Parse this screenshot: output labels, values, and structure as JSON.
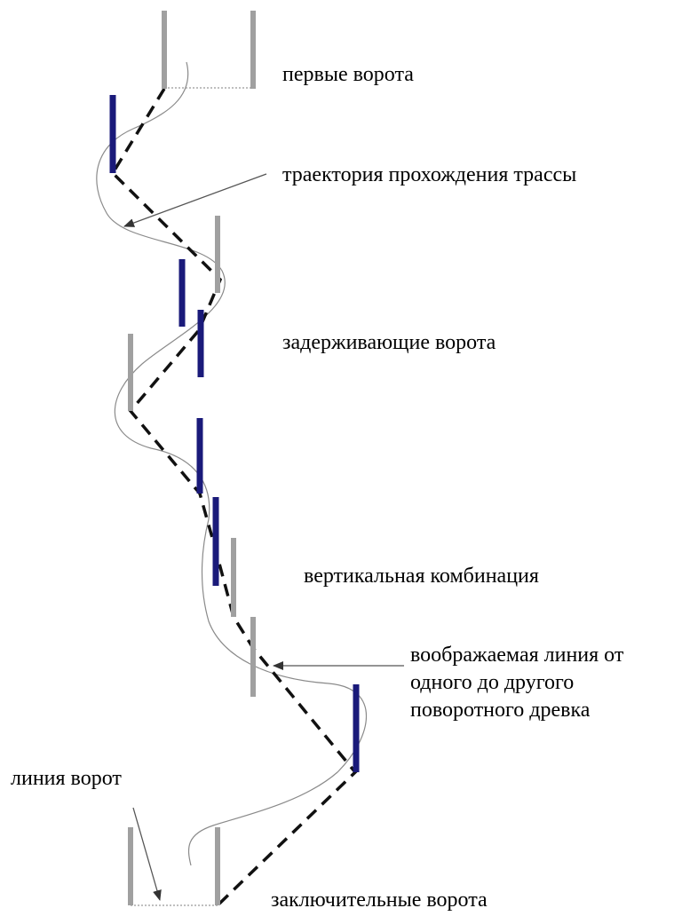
{
  "labels": {
    "first_gate": "первые ворота",
    "trajectory": "траектория прохождения трассы",
    "delay_gate": "задерживающие ворота",
    "vertical_combo": "вертикальная комбинация",
    "imaginary_line": "воображаемая линия от\nодного до другого\nповоротного древка",
    "gate_line": "линия ворот",
    "final_gate": "заключительные ворота"
  },
  "colors": {
    "gray_pole": "#a0a0a0",
    "blue_pole": "#1a1a7a",
    "dashed_line": "#111111",
    "trajectory_line": "#888888",
    "gate_line": "#888888",
    "arrow": "#555555"
  }
}
